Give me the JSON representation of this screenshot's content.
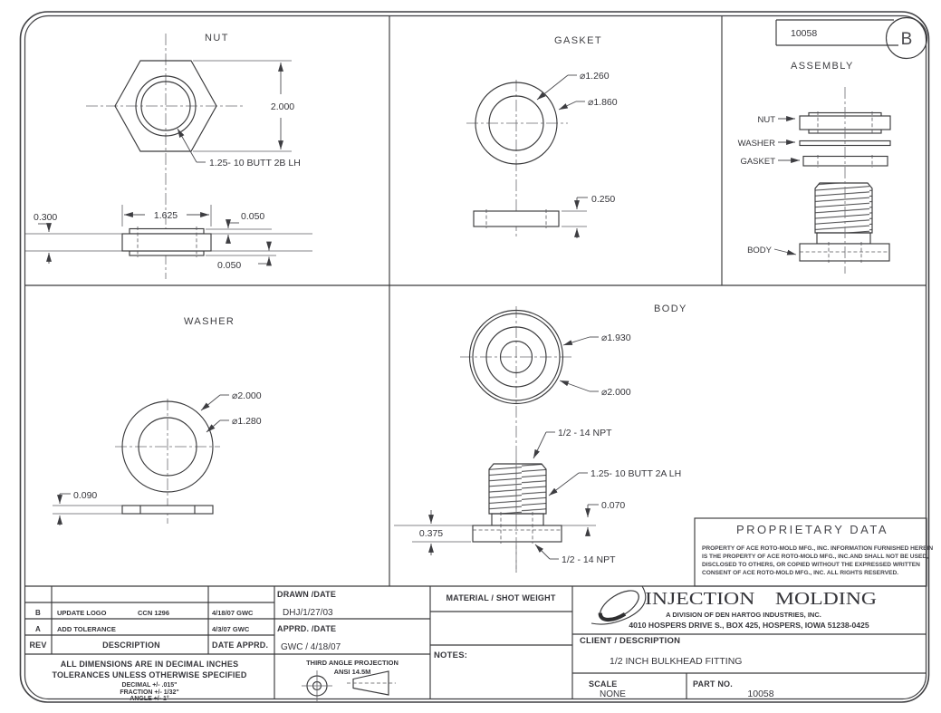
{
  "sheet": {
    "part_box": "10058",
    "revision": "B"
  },
  "views": {
    "nut": {
      "title": "NUT",
      "dim_across": "2.000",
      "thread": "1.25- 10 BUTT 2B LH",
      "dim_panel": "0.300",
      "dim_width": "1.625",
      "dim_lip_top": "0.050",
      "dim_lip_bottom": "0.050"
    },
    "gasket": {
      "title": "GASKET",
      "dim_id": "⌀1.260",
      "dim_od": "⌀1.860",
      "dim_thk": "0.250"
    },
    "washer": {
      "title": "WASHER",
      "dim_od": "⌀2.000",
      "dim_id": "⌀1.280",
      "dim_thk": "0.090"
    },
    "body": {
      "title": "BODY",
      "dim_boss": "⌀1.930",
      "dim_od": "⌀2.000",
      "npt_top": "1/2 - 14 NPT",
      "thread": "1.25- 10 BUTT 2A LH",
      "dim_step": "0.070",
      "dim_flange": "0.375",
      "npt_bottom": "1/2 - 14 NPT"
    },
    "assembly": {
      "title": "ASSEMBLY",
      "label_nut": "NUT",
      "label_washer": "WASHER",
      "label_gasket": "GASKET",
      "label_body": "BODY"
    }
  },
  "proprietary": {
    "title": "PROPRIETARY DATA",
    "line1": "PROPERTY OF ACE ROTO-MOLD MFG., INC. INFORMATION FURNISHED HEREIN",
    "line2": "IS THE PROPERTY OF ACE ROTO-MOLD MFG., INC.AND SHALL NOT BE USED,",
    "line3": "DISCLOSED TO OTHERS, OR COPIED WITHOUT THE EXPRESSED WRITTEN",
    "line4": "CONSENT OF ACE ROTO-MOLD MFG., INC.  ALL RIGHTS RESERVED."
  },
  "title_block": {
    "revisions": [
      {
        "rev": "B",
        "description": "UPDATE LOGO",
        "note": "CCN 1296",
        "date": "4/18/07 GWC"
      },
      {
        "rev": "A",
        "description": "ADD TOLERANCE",
        "note": "",
        "date": "4/3/07 GWC"
      }
    ],
    "header": {
      "rev": "REV",
      "description": "DESCRIPTION",
      "date": "DATE APPRD."
    },
    "tol1": "ALL DIMENSIONS ARE IN DECIMAL INCHES",
    "tol2": "TOLERANCES UNLESS OTHERWISE SPECIFIED",
    "tol3": "DECIMAL +/- .015\"",
    "tol4": "FRACTION +/- 1/32\"",
    "tol5": "ANGLE +/- 1°",
    "drawn_label": "DRAWN /DATE",
    "drawn_value": "DHJ/1/27/03",
    "apprd_label": "APPRD. /DATE",
    "apprd_value": "GWC / 4/18/07",
    "projection1": "THIRD ANGLE PROJECTION",
    "projection2": "ANSI 14.5M",
    "material_label": "MATERIAL / SHOT WEIGHT",
    "notes_label": "NOTES:",
    "company_name": "INJECTION MOLDING",
    "company_division": "A DIVISION OF DEN HARTOG INDUSTRIES, INC.",
    "company_address": "4010 HOSPERS DRIVE S., BOX 425, HOSPERS, IOWA 51238-0425",
    "client_label": "CLIENT / DESCRIPTION",
    "description": "1/2 INCH BULKHEAD FITTING",
    "scale_label": "SCALE",
    "scale_value": "NONE",
    "partno_label": "PART NO.",
    "partno_value": "10058"
  }
}
